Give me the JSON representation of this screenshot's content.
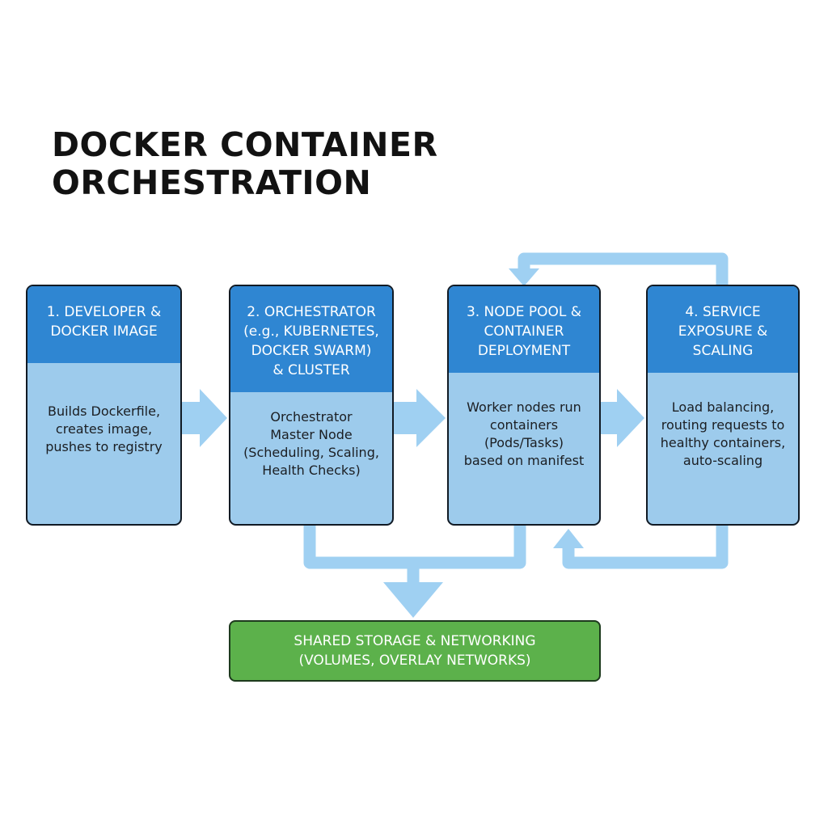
{
  "title": {
    "line1": "DOCKER CONTAINER",
    "line2": "ORCHESTRATION"
  },
  "colors": {
    "box_header": "#2f86d2",
    "box_body": "#9dcbec",
    "connector": "#9fd0f2",
    "storage": "#5cb14b"
  },
  "steps": [
    {
      "heading": [
        "1. DEVELOPER &",
        "DOCKER IMAGE"
      ],
      "body": [
        "Builds Dockerfile,",
        "creates image,",
        "pushes to registry"
      ]
    },
    {
      "heading": [
        "2. ORCHESTRATOR",
        "(e.g., KUBERNETES,",
        "DOCKER SWARM)",
        "& CLUSTER"
      ],
      "body": [
        "Orchestrator",
        "Master Node",
        "(Scheduling, Scaling,",
        "Health Checks)"
      ]
    },
    {
      "heading": [
        "3. NODE POOL &",
        "CONTAINER",
        "DEPLOYMENT"
      ],
      "body": [
        "Worker nodes run",
        "containers",
        "(Pods/Tasks)",
        "based on manifest"
      ]
    },
    {
      "heading": [
        "4. SERVICE",
        "EXPOSURE &",
        "SCALING"
      ],
      "body": [
        "Load balancing,",
        "routing requests to",
        "healthy containers,",
        "auto-scaling"
      ]
    }
  ],
  "storage": {
    "line1": "SHARED STORAGE & NETWORKING",
    "line2": "(VOLUMES, OVERLAY NETWORKS)"
  },
  "connectors": [
    {
      "from": "step-1",
      "to": "step-2",
      "kind": "arrow"
    },
    {
      "from": "step-2",
      "to": "step-3",
      "kind": "arrow"
    },
    {
      "from": "step-3",
      "to": "step-4",
      "kind": "arrow"
    },
    {
      "from": "step-4",
      "to": "step-3",
      "kind": "loop-top"
    },
    {
      "from": "step-4",
      "to": "step-3",
      "kind": "loop-bottom"
    },
    {
      "from": "step-2",
      "to": "shared-storage",
      "kind": "merge"
    },
    {
      "from": "step-3",
      "to": "shared-storage",
      "kind": "merge"
    }
  ]
}
